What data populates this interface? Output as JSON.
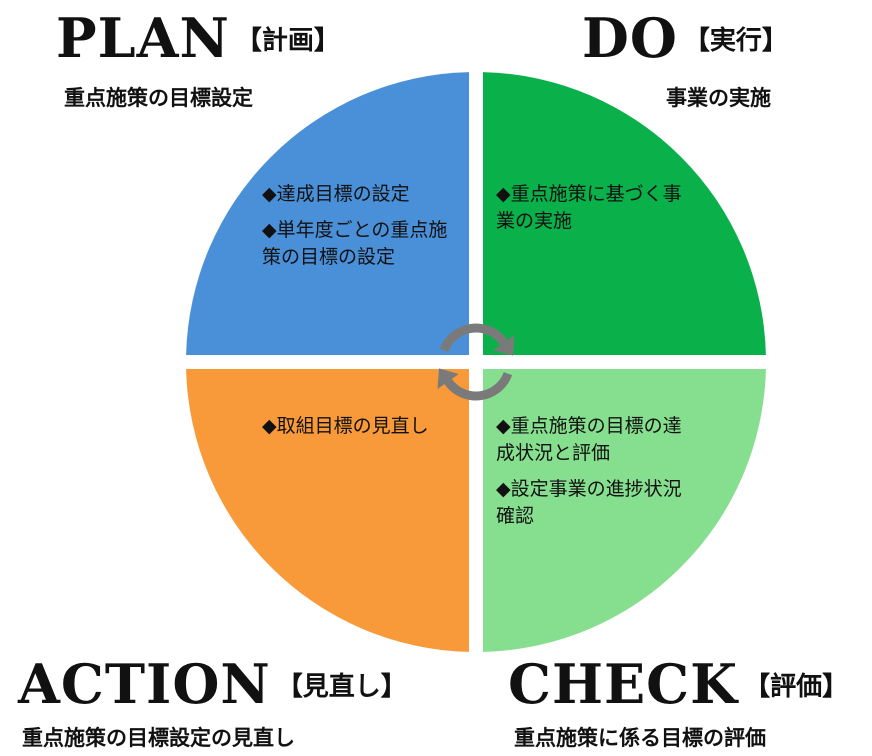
{
  "plan": {
    "title": "PLAN",
    "title_jp": "【計画】",
    "subtitle": "重点施策の目標設定",
    "items": [
      "◆達成目標の設定",
      "◆単年度ごとの重点施策の目標の設定"
    ],
    "color": "#4a90d9"
  },
  "do": {
    "title": "DO",
    "title_jp": "【実行】",
    "subtitle": "事業の実施",
    "items": [
      "◆重点施策に基づく事業の実施"
    ],
    "color": "#0ab04a"
  },
  "action": {
    "title": "ACTION",
    "title_jp": "【見直し】",
    "subtitle": "重点施策の目標設定の見直し",
    "items": [
      "◆取組目標の見直し"
    ],
    "color": "#f99a3a"
  },
  "check": {
    "title": "CHECK",
    "title_jp": "【評価】",
    "subtitle": "重点施策に係る目標の評価",
    "items": [
      "◆重点施策の目標の達成状況と評価",
      "◆設定事業の進捗状況確認"
    ],
    "color": "#86df8e"
  },
  "cycle_arrow_color": "#7a7a7a",
  "cycle_icon": "cycle-arrows-icon"
}
